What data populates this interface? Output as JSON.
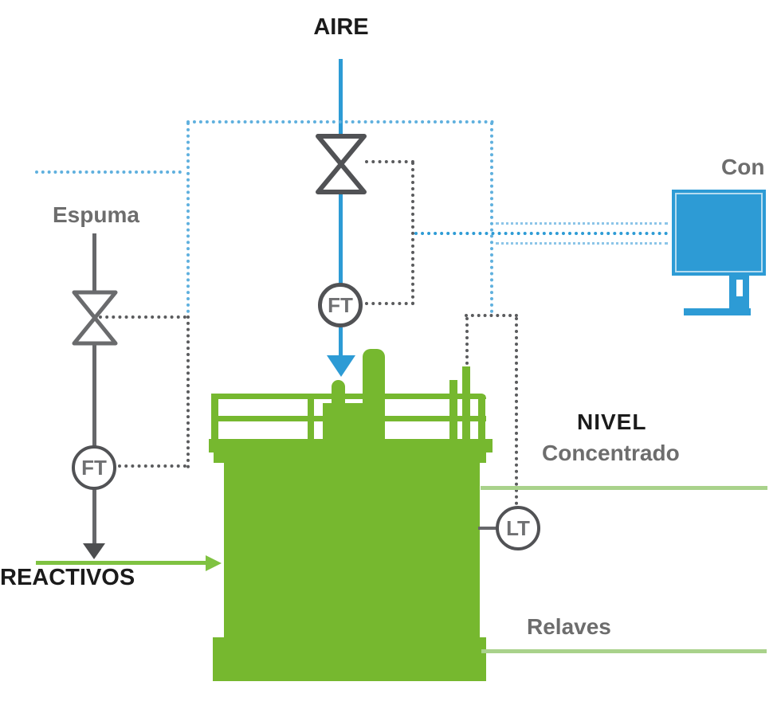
{
  "labels": {
    "aire": "AIRE",
    "espuma": "Espuma",
    "reactivos": "REACTIVOS",
    "nivel": "NIVEL",
    "concentrado": "Concentrado",
    "relaves": "Relaves",
    "control": "Con"
  },
  "instruments": {
    "air_flow_transmitter": "FT",
    "froth_flow_transmitter": "FT",
    "level_transmitter": "LT"
  },
  "colors": {
    "tank_green": "#76b82f",
    "stream_green_light": "#a9d28b",
    "reagent_green_bright": "#7fc241",
    "process_blue": "#2d9bd5",
    "signal_blue_dotted": "#5fb0de",
    "line_gray": "#58595b",
    "label_gray": "#6d6d6d",
    "label_black": "#1b1b1b"
  }
}
